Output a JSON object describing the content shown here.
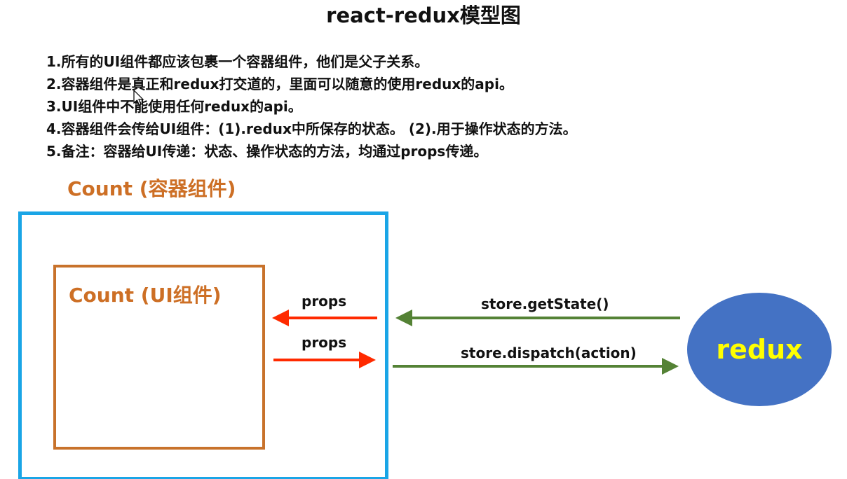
{
  "title": "react-redux模型图",
  "notes": [
    "1.所有的UI组件都应该包裹一个容器组件，他们是父子关系。",
    "2.容器组件是真正和redux打交道的，里面可以随意的使用redux的api。",
    "3.UI组件中不能使用任何redux的api。",
    "4.容器组件会传给UI组件：(1).redux中所保存的状态。 (2).用于操作状态的方法。",
    "5.备注：容器给UI传递：状态、操作状态的方法，均通过props传递。"
  ],
  "container": {
    "label": "Count (容器组件)"
  },
  "ui_component": {
    "label": "Count (UI组件)"
  },
  "arrows": {
    "props_in": "props",
    "props_out": "props",
    "get_state": "store.getState()",
    "dispatch": "store.dispatch(action)"
  },
  "redux": {
    "label": "redux"
  },
  "colors": {
    "container_border": "#1aa5e6",
    "ui_border": "#c8722b",
    "label_orange": "#cd6f25",
    "props_arrow": "#ff2a00",
    "store_arrow": "#548235",
    "redux_fill": "#4472c4",
    "redux_text": "#ffff00"
  }
}
